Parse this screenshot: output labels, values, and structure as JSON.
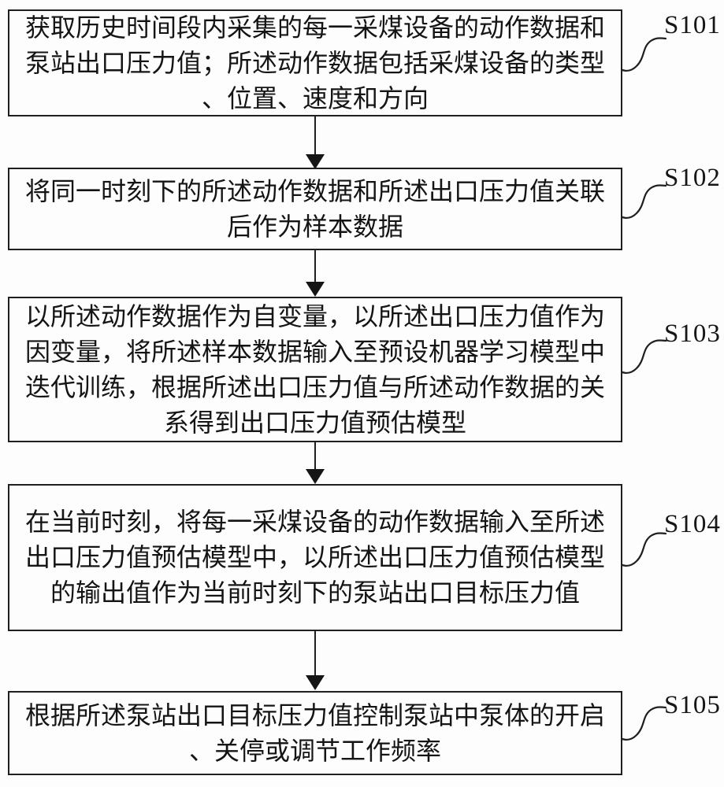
{
  "figure": {
    "type": "flowchart",
    "colors": {
      "ink": "#1f1f1f",
      "paper": "#fdfdfd"
    },
    "steps": [
      {
        "label": "S101",
        "lines": [
          "获取历史时间段内采集的每一采煤设备的动作数据和",
          "泵站出口压力值；所述动作数据包括采煤设备的类型",
          "、位置、速度和方向"
        ]
      },
      {
        "label": "S102",
        "lines": [
          "将同一时刻下的所述动作数据和所述出口压力值关联",
          "后作为样本数据"
        ]
      },
      {
        "label": "S103",
        "lines": [
          "以所述动作数据作为自变量，以所述出口压力值作为",
          "因变量，将所述样本数据输入至预设机器学习模型中",
          "迭代训练，根据所述出口压力值与所述动作数据的关",
          "系得到出口压力值预估模型"
        ]
      },
      {
        "label": "S104",
        "lines": [
          "在当前时刻，将每一采煤设备的动作数据输入至所述",
          "出口压力值预估模型中，以所述出口压力值预估模型",
          "的输出值作为当前时刻下的泵站出口目标压力值"
        ]
      },
      {
        "label": "S105",
        "lines": [
          "根据所述泵站出口目标压力值控制泵站中泵体的开启",
          "、关停或调节工作频率"
        ]
      }
    ]
  }
}
